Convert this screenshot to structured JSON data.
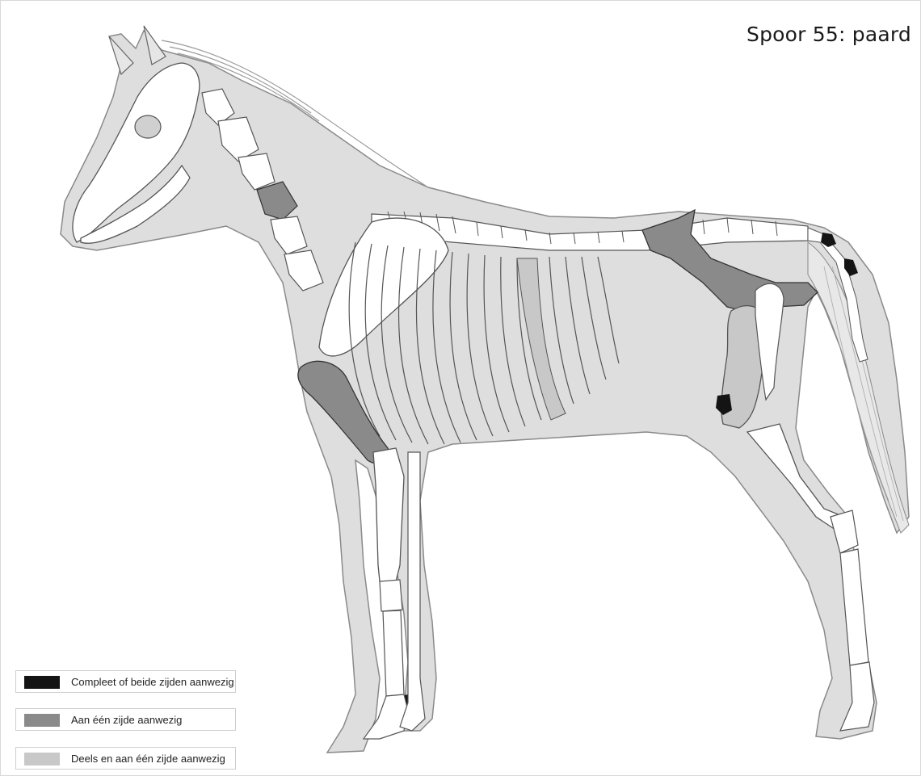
{
  "title": "Spoor 55: paard",
  "colors": {
    "body": "#dedede",
    "body_outline": "#888888",
    "bone": "#ffffff",
    "bone_outline": "#555555",
    "complete": "#141414",
    "one_side": "#8a8a8a",
    "partial": "#c8c8c8"
  },
  "legend": [
    {
      "label": "Compleet of beide zijden aanwezig",
      "color": "#141414"
    },
    {
      "label": "Aan één zijde aanwezig",
      "color": "#8a8a8a"
    },
    {
      "label": "Deels en aan één zijde aanwezig",
      "color": "#c8c8c8"
    }
  ]
}
